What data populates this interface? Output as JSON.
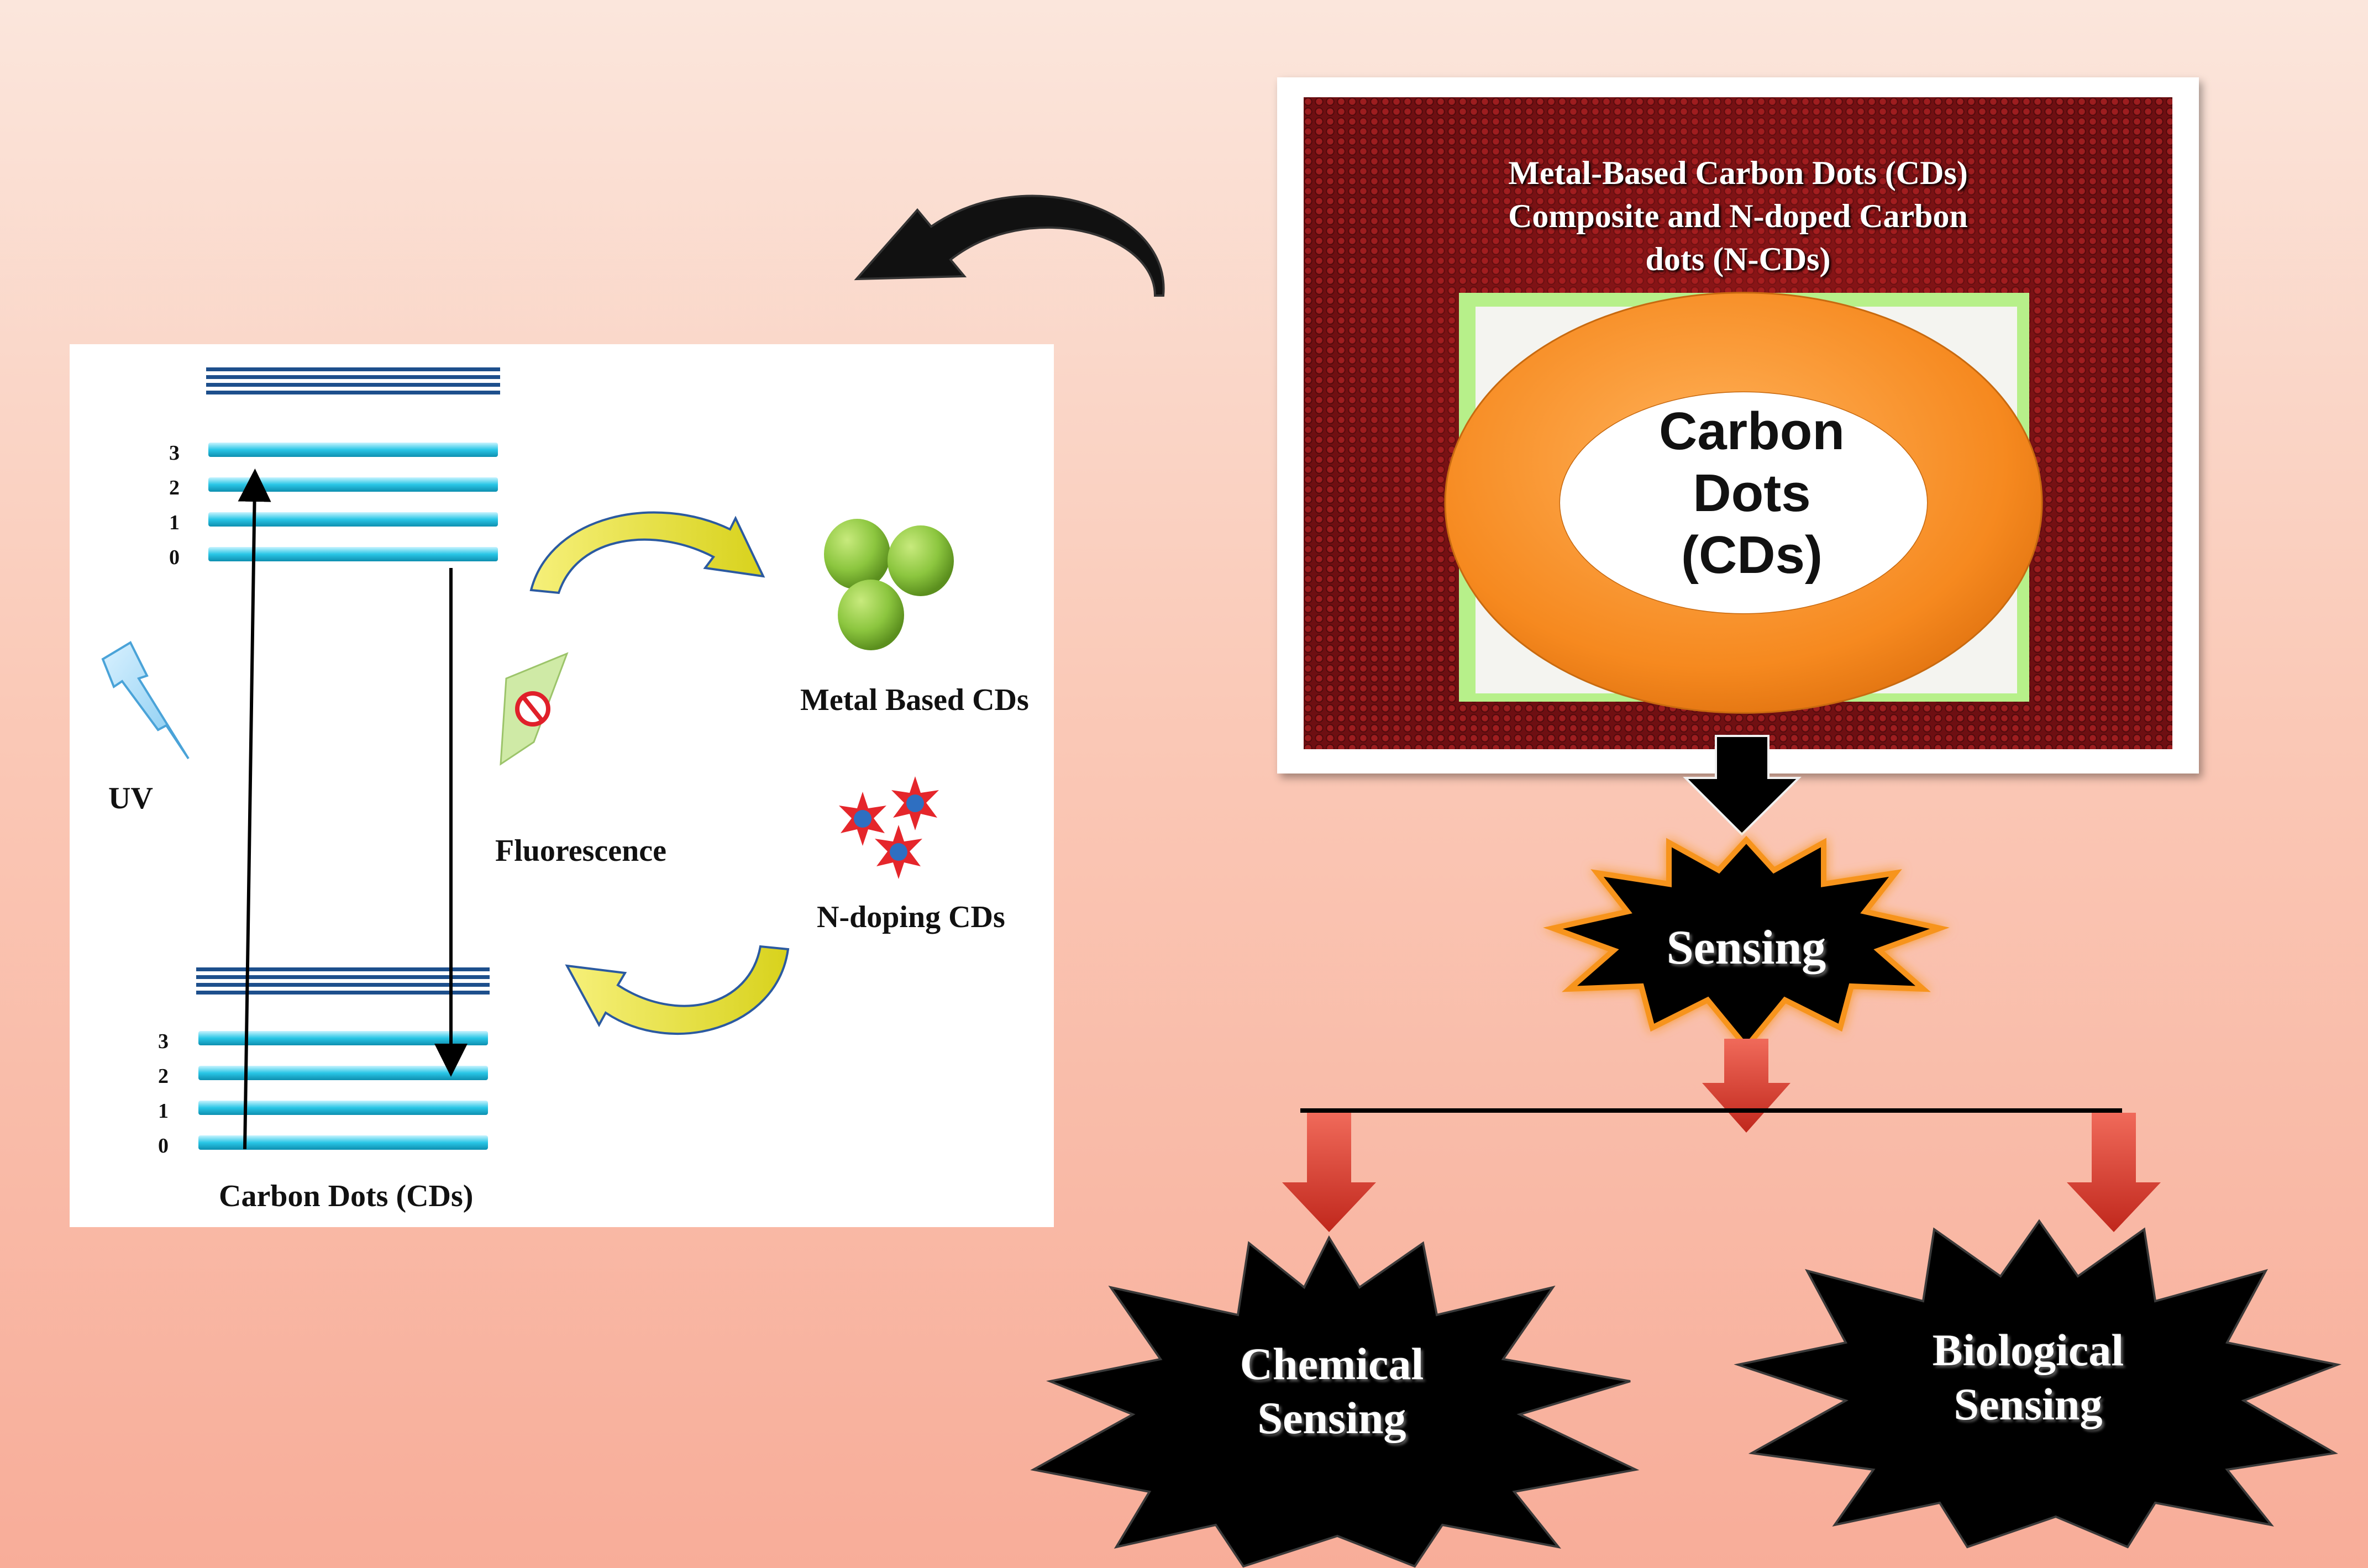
{
  "energy_diagram": {
    "upper_levels": [
      "3",
      "2",
      "1",
      "0"
    ],
    "lower_levels": [
      "3",
      "2",
      "1",
      "0"
    ],
    "uv_label": "UV",
    "caption": "Carbon Dots (CDs)",
    "fluorescence_label": "Fluorescence",
    "metal_label": "Metal Based CDs",
    "ndoping_label": "N-doping CDs"
  },
  "composite_card": {
    "title_lines": [
      "Metal-Based Carbon Dots  (CDs)",
      "Composite  and N-doped Carbon",
      "dots (N-CDs)"
    ],
    "ring_lines": [
      "Carbon",
      "Dots",
      "(CDs)"
    ]
  },
  "sensing": {
    "main": "Sensing",
    "chemical_lines": [
      "Chemical",
      "Sensing"
    ],
    "biological_lines": [
      "Biological",
      "Sensing"
    ]
  },
  "colors": {
    "level_bar": "#29c6e6",
    "band_line": "#1d4f8c",
    "ring_orange": "#f6891f",
    "sphere_green": "#8cc63f",
    "burst_black": "#000000",
    "burst_edge": "#f7941d",
    "arrow_red": "#d93a2b"
  }
}
